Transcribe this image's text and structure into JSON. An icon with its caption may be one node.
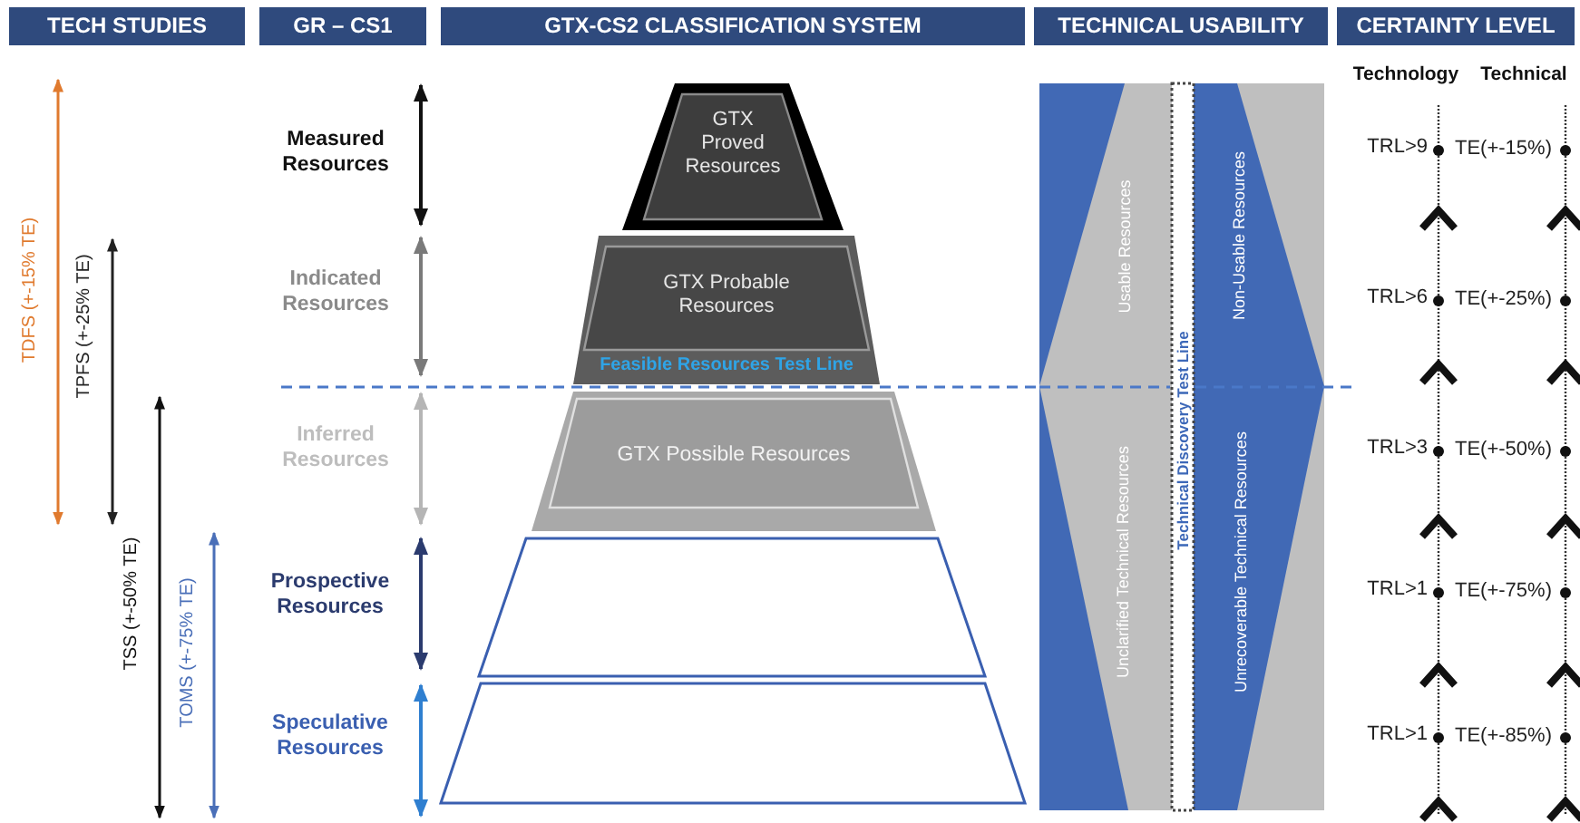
{
  "diagram": {
    "nodes": [
      {
        "text": [
          "TECH STUDIES"
        ]
      },
      {
        "text": [
          "GR – CS1"
        ]
      },
      {
        "text": [
          "GTX-CS2 CLASSIFICATION SYSTEM"
        ]
      },
      {
        "text": [
          "TECHNICAL USABILITY"
        ]
      },
      {
        "text": [
          "CERTAINTY LEVEL"
        ]
      },
      {
        "text": [
          "GTX Proved Resources"
        ]
      },
      {
        "text": [
          "GTX Probable Resources",
          "Feasible Resources Test Line"
        ]
      },
      {
        "text": [
          "GTX Possible Resources"
        ]
      },
      {
        "text": [],
        "shape": "trapezoid"
      },
      {
        "text": [],
        "shape": "trapezoid"
      },
      {
        "text": [
          "Usable Resources",
          "Unclarified Technical Resources"
        ]
      },
      {
        "text": [
          "Non-Usable Resources",
          "Unrecoverable Technical Resources"
        ]
      },
      {
        "text": [
          "Technical Discovery Test Line"
        ]
      }
    ],
    "labels": [
      "TDFS (+-15% TE)",
      "TPFS (+-25% TE)",
      "TSS (+-50% TE)",
      "TOMS (+-75% TE)",
      "Measured Resources",
      "Indicated Resources",
      "Inferred Resources",
      "Prospective Resources",
      "Speculative Resources",
      "Technology",
      "Technical",
      "TRL>9",
      "TE(+-15%)",
      "TRL>6",
      "TE(+-25%)",
      "TRL>3",
      "TE(+-50%)",
      "TRL>1",
      "TE(+-75%)",
      "TRL>1",
      "TE(+-85%)"
    ]
  }
}
